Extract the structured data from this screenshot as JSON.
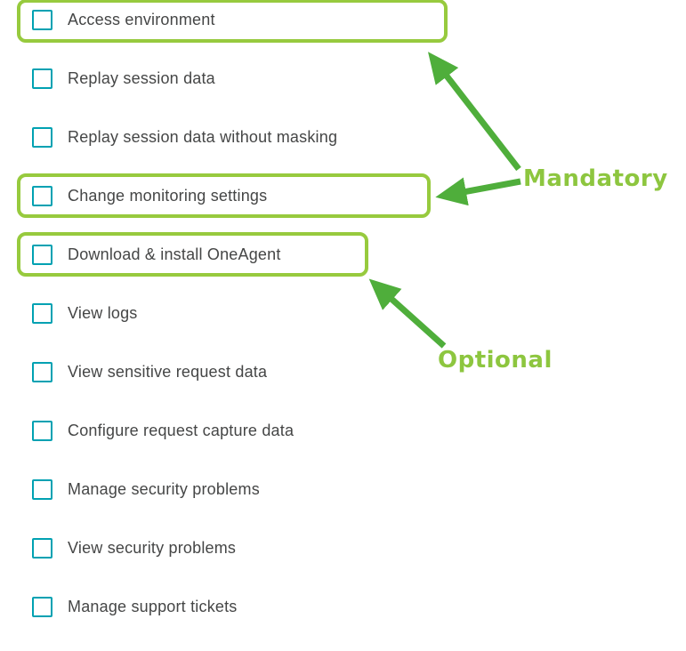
{
  "permissions": {
    "checkbox_color": "#00a1b2",
    "label_color": "#454646",
    "items": [
      {
        "label": "Access environment",
        "checked": false,
        "annotation": "mandatory"
      },
      {
        "label": "Replay session data",
        "checked": false,
        "annotation": null
      },
      {
        "label": "Replay session data without masking",
        "checked": false,
        "annotation": null
      },
      {
        "label": "Change monitoring settings",
        "checked": false,
        "annotation": "mandatory"
      },
      {
        "label": "Download & install OneAgent",
        "checked": false,
        "annotation": "optional"
      },
      {
        "label": "View logs",
        "checked": false,
        "annotation": null
      },
      {
        "label": "View sensitive request data",
        "checked": false,
        "annotation": null
      },
      {
        "label": "Configure request capture data",
        "checked": false,
        "annotation": null
      },
      {
        "label": "Manage security problems",
        "checked": false,
        "annotation": null
      },
      {
        "label": "View security problems",
        "checked": false,
        "annotation": null
      },
      {
        "label": "Manage support tickets",
        "checked": false,
        "annotation": null
      }
    ]
  },
  "annotations": {
    "mandatory_label": "Mandatory",
    "optional_label": "Optional",
    "highlight_color": "#97ca3e",
    "arrow_color": "#4fae3b",
    "text_color": "#8dc63f"
  }
}
